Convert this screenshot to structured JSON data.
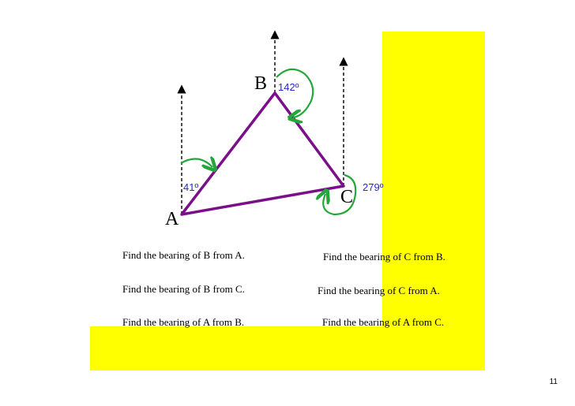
{
  "slide": {
    "frame_color": "#ffff00",
    "line_color": "#7b0f8a",
    "arrow_color": "#22a83a",
    "angle_color": "#2a2ac0"
  },
  "diagram": {
    "vertices": [
      {
        "id": "A",
        "label": "A"
      },
      {
        "id": "B",
        "label": "B"
      },
      {
        "id": "C",
        "label": "C"
      }
    ],
    "bearings": [
      {
        "at": "A",
        "label": "41º"
      },
      {
        "at": "B",
        "label": "142º"
      },
      {
        "at": "C",
        "label": "279º"
      }
    ]
  },
  "questions": [
    "Find the bearing of B from A.",
    "Find the bearing of C from B.",
    "Find the bearing of B from C.",
    "Find the bearing of C from A.",
    "Find the bearing of A from B.",
    "Find the bearing of A from C."
  ],
  "page_number": "11"
}
